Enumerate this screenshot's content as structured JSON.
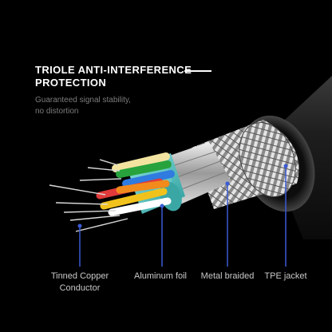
{
  "headline": {
    "line1": "TRIOLE ANTI-INTERFERENCE",
    "line2": "PROTECTION"
  },
  "subline": {
    "line1": "Guaranteed signal stability,",
    "line2": "no distortion"
  },
  "layers": [
    {
      "name": "copper",
      "label_line1": "Tinned Copper",
      "label_line2": "Conductor"
    },
    {
      "name": "foil",
      "label_line1": "Aluminum foil",
      "label_line2": ""
    },
    {
      "name": "braid",
      "label_line1": "Metal braided",
      "label_line2": ""
    },
    {
      "name": "jacket",
      "label_line1": "TPE jacket",
      "label_line2": ""
    }
  ],
  "colors": {
    "background": "#000000",
    "callout_line": "#3a5bd6",
    "jacket": "#1c1c1c",
    "wire_colors": [
      "#e03a3a",
      "#2f7be0",
      "#27a23c",
      "#f2c21c",
      "#ffffff",
      "#f28a1c"
    ]
  }
}
